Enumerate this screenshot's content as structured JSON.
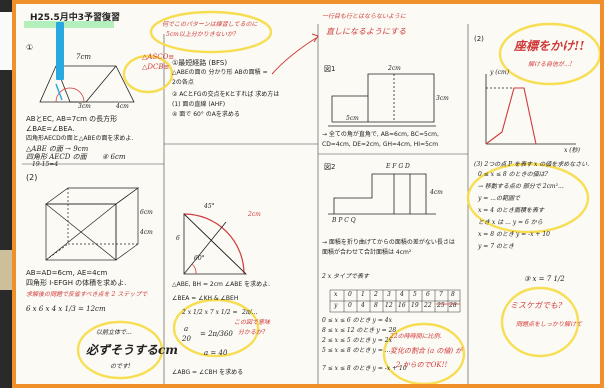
{
  "page": {
    "header_title": "H25.5月中3予習復習",
    "palette": {
      "accent_orange": "#f0902a",
      "pen_blue": "#2aa8e0",
      "red_ink": "#d13a3a",
      "highlight_yellow": "#f7dc4a",
      "highlight_green": "#78e68c"
    }
  },
  "col1": {
    "prob_no": "①",
    "label_7cm": "7cm",
    "label_3cm": "3cm",
    "label_4cm": "4cm",
    "label_6cm": "6cm",
    "note_asco": "△ASCO≡",
    "note_dcb": "△DCB≡",
    "statement_1": "ABとEC, AB=7cm の長方形",
    "statement_2": "∠BAE=∠BEA.",
    "statement_3": "四角形AECDの面と△ABEの面を求めよ.",
    "part_a": "△ABE の面 → 9cm",
    "part_b": "四角形 AECD の面",
    "part_c": "19-15=4",
    "part_d": "④ 6cm",
    "prob2_no": "(2)",
    "cube_6cm": "6cm",
    "cube_4cm": "4cm",
    "given": "AB=AD=6cm, AE=4cm",
    "q": "四角形 I-EFGH の体積を求めよ.",
    "red_note": "求解後の問題で反省すべき点を 2 ステップで",
    "calc": "6 x 6 x 4 x 1/3 = 12cm",
    "bottom_note": "以前立体で...",
    "bottom_big": "必ずそうするcm",
    "bottom_small": "のです!"
  },
  "col2": {
    "top_bubble_1": "何でこのパターンは練習してるのに",
    "top_bubble_2": "5cm以上分かりきないか?",
    "p1": "①最短経路 (BFS)",
    "p2": "△ABEの面の 分かり形 ABの面積 =",
    "p3": "2の各点",
    "p4": "② ACとFGの交点をKとすれば 求め方は",
    "p5": "(1) 面の直線 (AHF)",
    "p6": "④ 面で 60° のAを求める",
    "geo_45": "45°",
    "geo_2cm": "2cm",
    "geo_60": "60°",
    "geo_6": "6",
    "q2": "△ABE, BH = 2cm  ∠ABE を求めよ.",
    "q3": "∠BEA = ∠KH & ∠BEH",
    "formula": "2 x 1/2 x 7 x 1/2 = ",
    "formula_ans": "2π/...",
    "frac_top": "a",
    "frac_bot": "20",
    "frac_eq": "= 2π/360",
    "ans": "a = 40",
    "bubble_note_1": "この図で意味",
    "bubble_note_2": "分かるか?",
    "last": "∠ABG = ∠CBH を求める"
  },
  "col3": {
    "top_red_1": "一行目も行とはならないように",
    "top_red_2": "直しになるようにする",
    "fig1": "図1",
    "fig2": "図2",
    "lbl_2cm": "2cm",
    "lbl_3cm": "3cm",
    "lbl_5cm": "5cm",
    "lbl_4cm": "4cm",
    "desc_1": "→ 全ての角が直角で, AB=6cm, BC=5cm,",
    "desc_2": "CD=4cm, DE=2cm, GH=4cm, HI=5cm",
    "pts_fig2": "E  F  G  D",
    "pts_fig2_b": "B   P   C   Q",
    "desc_3": "→ 面積を折り曲げてからの面積の差がない長さは",
    "desc_4": "面積が合わせて合計面積は 4cm²",
    "section_2": "2 x タイプで表す",
    "table_row1": [
      "x",
      "0",
      "1",
      "2",
      "3",
      "4",
      "5",
      "6",
      "7",
      "8"
    ],
    "table_row2": [
      "y",
      "0",
      "4",
      "8",
      "12",
      "16",
      "19",
      "22",
      "25",
      "28"
    ],
    "lines": [
      "0 ≤ x ≤ 6 のとき y = 4x",
      "8 ≤ x ≤ 12 のとき y = 28",
      "2 ≤ x ≤ 5 のとき y = 2x",
      "5 ≤ x ≤ 8 のとき y = ...",
      "7 ≤ x ≤ 8 のとき y = -x + 10"
    ],
    "bubble_1": "22の時時間に比例.",
    "bubble_2": "変化の割合 (a の値) が",
    "bubble_3": "2 からのでOK!!"
  },
  "col4": {
    "header": "(2)",
    "big_red": "座標をかけ!!",
    "big_red_sub": "解ける自信が...!",
    "y_label": "y (cm)",
    "x_label": "x (秒)",
    "q": "(3) 2つの点 P を表す x の値を求めなさい.",
    "q_b": "0 ≤ x ≤ 8 のときの値は?",
    "note_1": "→ 移動する点の 部分で 2cm²...",
    "note_2": "y = ...の範囲で",
    "note_3": "x = 4 のとき面積を表す",
    "note_4": "とき x は ... y = 6 から",
    "note_5": "x = 8 のとき y = -x + 10",
    "note_6": "y = 7 のとき",
    "ans": "③ x = 7 1/2",
    "bubble_big": "ミスケガでも?",
    "bubble_sub": "問題点をしっかり解けて"
  }
}
